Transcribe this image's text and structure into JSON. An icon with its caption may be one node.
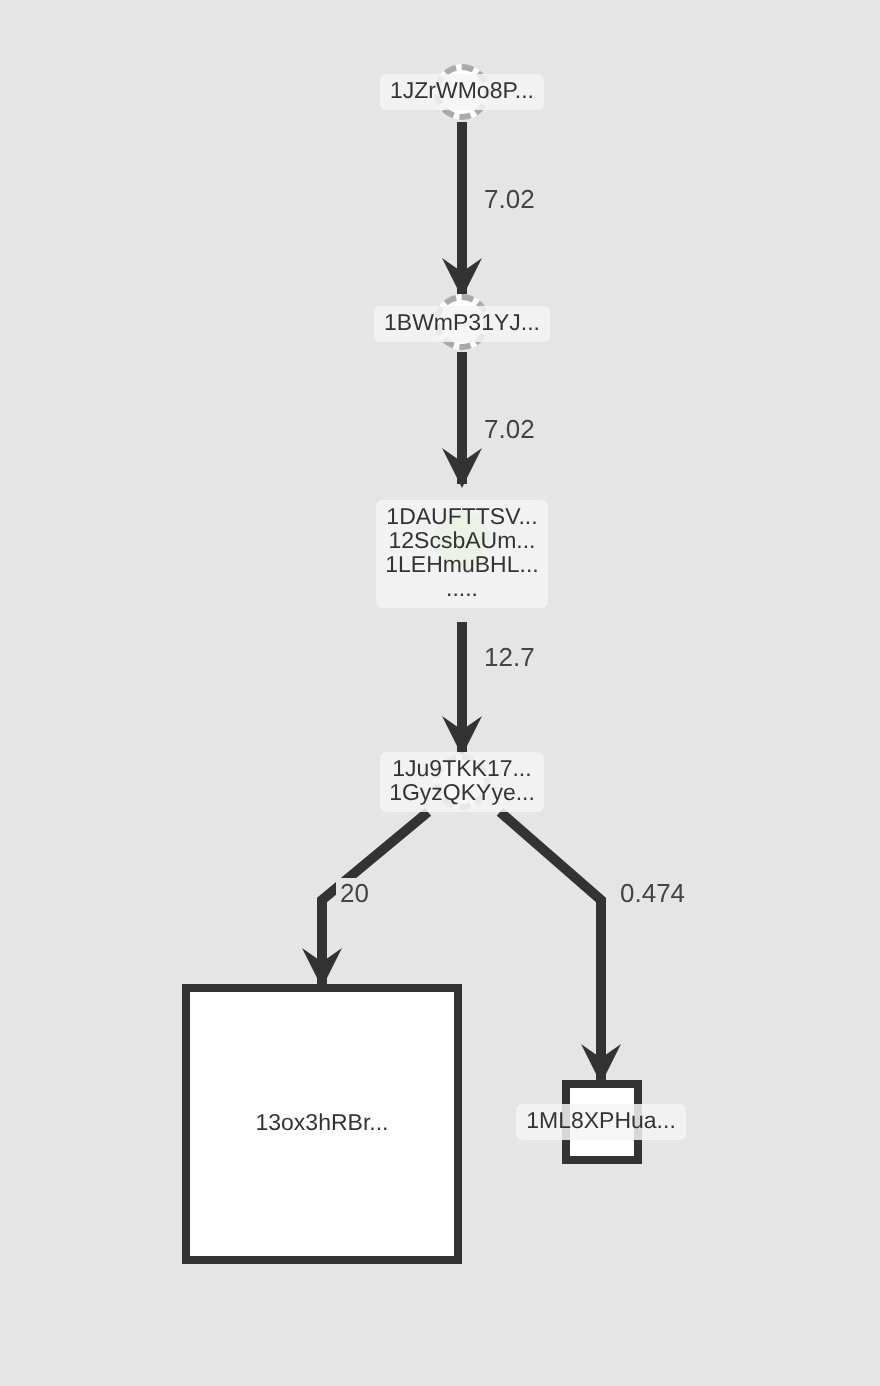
{
  "diagram": {
    "nodes": [
      {
        "text": [
          "1JZrWMo8P..."
        ]
      },
      {
        "text": [
          "1BWmP31YJ..."
        ]
      },
      {
        "text": [
          "1DAUFTTSV...",
          "12ScsbAUm...",
          "1LEHmuBHL...",
          "....."
        ]
      },
      {
        "text": [
          "1Ju9TKK17...",
          "1GyzQKYye..."
        ]
      },
      {
        "text": [
          "13ox3hRBr..."
        ]
      },
      {
        "text": [
          "1ML8XPHua..."
        ]
      }
    ],
    "edges": [
      {
        "from": 0,
        "to": 1,
        "arrow": "to",
        "label": "7.02"
      },
      {
        "from": 1,
        "to": 2,
        "arrow": "to",
        "label": "7.02"
      },
      {
        "from": 2,
        "to": 3,
        "arrow": "to",
        "label": "12.7"
      },
      {
        "from": 3,
        "to": 4,
        "arrow": "to",
        "label": "20"
      },
      {
        "from": 3,
        "to": 5,
        "arrow": "to",
        "label": "0.474"
      }
    ]
  }
}
